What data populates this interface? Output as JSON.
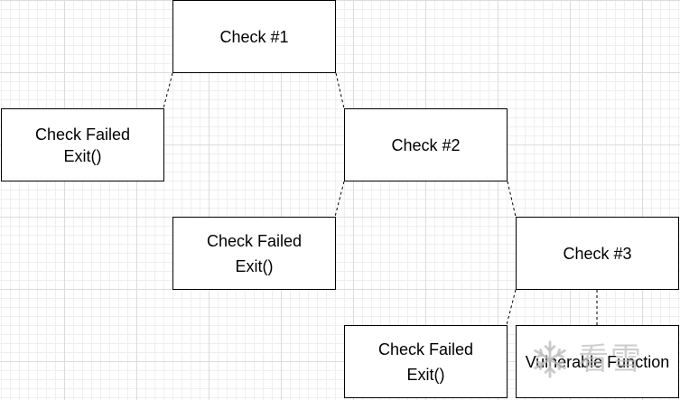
{
  "nodes": {
    "check1": "Check #1",
    "check2": "Check #2",
    "check3": "Check #3",
    "fail1": {
      "line1": "Check Failed",
      "line2": "Exit()"
    },
    "fail2": {
      "line1": "Check Failed",
      "line2": "Exit()"
    },
    "fail3": {
      "line1": "Check Failed",
      "line2": "Exit()"
    },
    "vulnerable": "Vulnerable Function"
  },
  "watermark": {
    "text": "看雪",
    "icon": "snowflake-icon"
  },
  "colors": {
    "grid_major": "#dcdcdc",
    "grid_minor": "#efefef",
    "stroke": "#000000",
    "watermark": "#bebebe"
  }
}
